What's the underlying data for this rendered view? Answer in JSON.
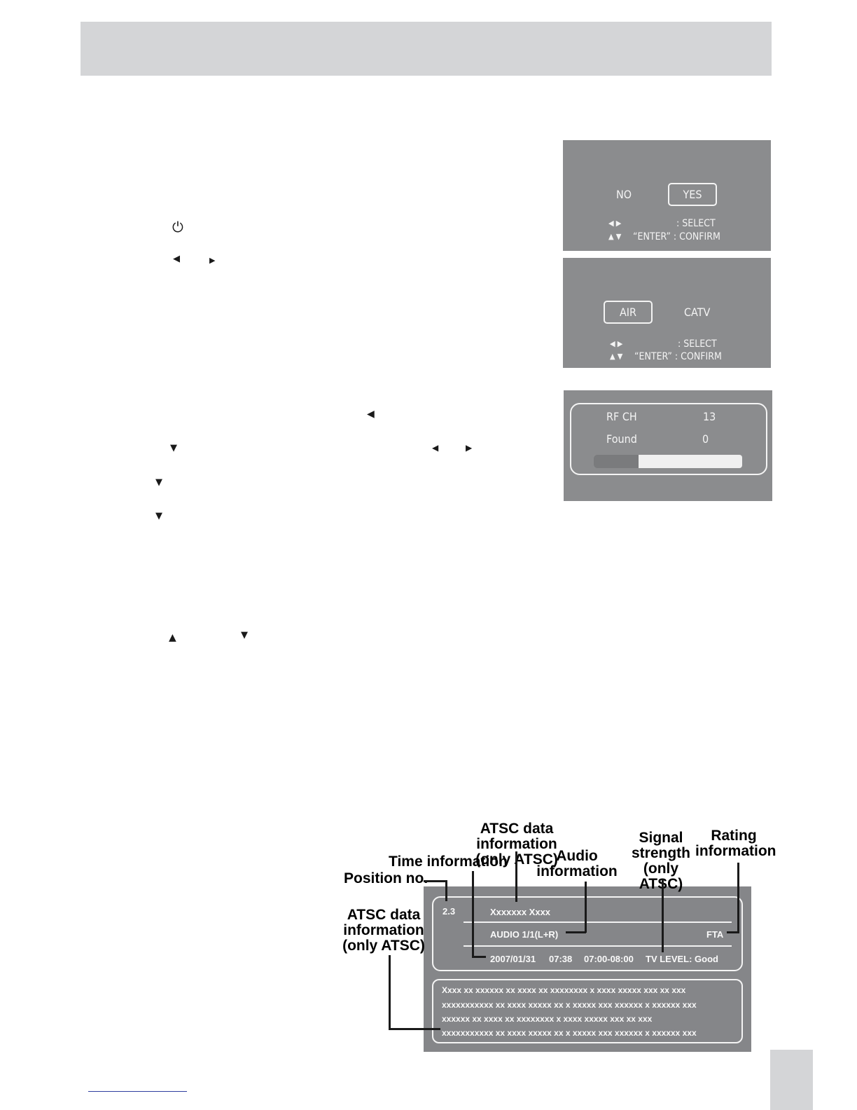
{
  "remote_glyphs": {
    "power": "⏻",
    "left": "◀",
    "right": "▶",
    "down": "▼",
    "up": "▲"
  },
  "osd_confirm": {
    "no_label": "NO",
    "yes_label": "YES",
    "nav_lr": "◀ ▶",
    "nav_ud": "▲ ▼",
    "select_text": ": SELECT",
    "confirm_text": "“ENTER” : CONFIRM"
  },
  "osd_source": {
    "air_label": "AIR",
    "catv_label": "CATV",
    "nav_lr": "◀ ▶",
    "nav_ud": "▲ ▼",
    "select_text": ": SELECT",
    "confirm_text": "“ENTER” : CONFIRM"
  },
  "osd_scan": {
    "rf_ch_label": "RF CH",
    "rf_ch_value": "13",
    "found_label": "Found",
    "found_value": "0",
    "progress_fraction": 0.3
  },
  "info_diagram": {
    "callouts": {
      "atsc_data_top": "ATSC data information\n(only ATSC)",
      "time_info": "Time information",
      "audio_info": "Audio\ninformation",
      "signal_strength": "Signal\nstrength\n(only ATSC)",
      "rating_info": "Rating\ninformation",
      "position_no": "Position no.",
      "atsc_data_left": "ATSC data\ninformation\n(only ATSC)"
    },
    "banner": {
      "position": "2.3",
      "program_name": "Xxxxxxx Xxxx",
      "audio": "AUDIO 1/1(L+R)",
      "rating": "FTA",
      "date": "2007/01/31",
      "clock": "07:38",
      "time_range": "07:00-08:00",
      "tv_level": "TV LEVEL: Good"
    },
    "description_lines": [
      "Xxxx xx  xxxxxx xx xxxx xx xxxxxxxx x xxxx xxxxx xxx xx xxx",
      "xxxxxxxxxxx xx xxxx xxxxx xx x xxxxx xxx xxxxxx x xxxxxx xxx",
      "xxxxxx xx xxxx xx xxxxxxxx x xxxx xxxxx xxx xx xxx",
      "xxxxxxxxxxx xx xxxx xxxxx xx x xxxxx xxx xxxxxx x xxxxxx xxx"
    ]
  }
}
